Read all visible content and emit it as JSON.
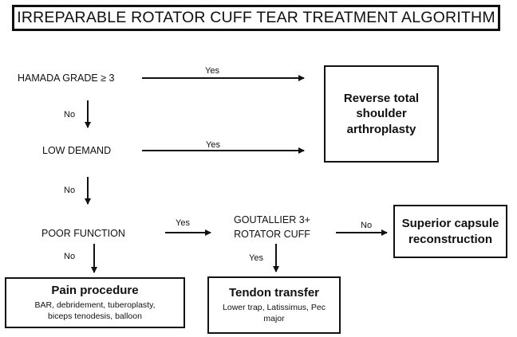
{
  "title": "IRREPARABLE ROTATOR CUFF TEAR TREATMENT ALGORITHM",
  "nodes": {
    "hamada": "HAMADA GRADE ≥ 3",
    "low_demand": "LOW DEMAND",
    "poor_function": "POOR FUNCTION",
    "goutallier_line1": "GOUTALLIER 3+",
    "goutallier_line2": "ROTATOR CUFF"
  },
  "outcomes": {
    "reverse": {
      "line1": "Reverse total",
      "line2": "shoulder",
      "line3": "arthroplasty"
    },
    "superior": {
      "line1": "Superior capsule",
      "line2": "reconstruction"
    },
    "pain": {
      "title": "Pain procedure",
      "line1": "BAR, debridement, tuberoplasty,",
      "line2": "biceps tenodesis, balloon"
    },
    "tendon": {
      "title": "Tendon transfer",
      "line1": "Lower trap, Latissimus, Pec",
      "line2": "major"
    }
  },
  "edges": {
    "yes1": "Yes",
    "yes2": "Yes",
    "yes3": "Yes",
    "yes4": "Yes",
    "no1": "No",
    "no2": "No",
    "no3": "No",
    "no4": "No"
  }
}
